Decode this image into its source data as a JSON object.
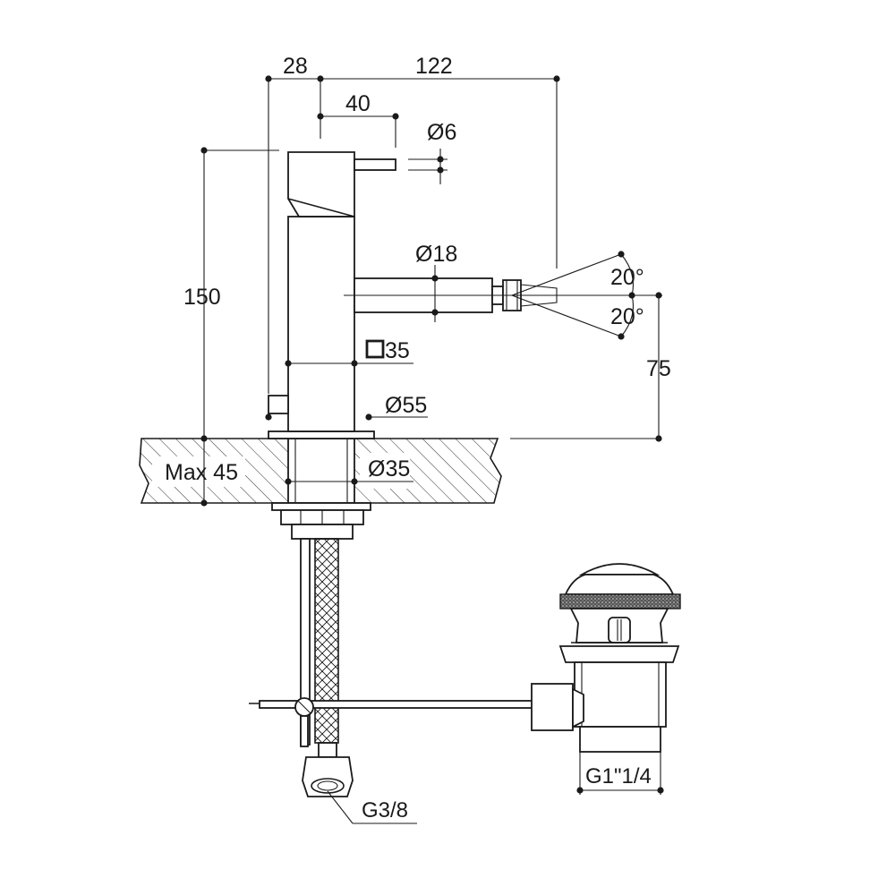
{
  "dimensions": {
    "width_28": "28",
    "width_122": "122",
    "lever_40": "40",
    "lever_dia_6": "Ø6",
    "spout_dia_18": "Ø18",
    "swivel_up": "20°",
    "swivel_down": "20°",
    "height_150": "150",
    "spout_height_75": "75",
    "body_square_35": "35",
    "base_dia_55": "Ø55",
    "shank_dia_35": "Ø35",
    "deck_max_45": "Max 45",
    "hose_thread": "G3/8",
    "waste_thread": "G1\"1/4"
  },
  "colors": {
    "line": "#1a1a1a",
    "background": "#ffffff",
    "hatch": "#1a1a1a"
  }
}
